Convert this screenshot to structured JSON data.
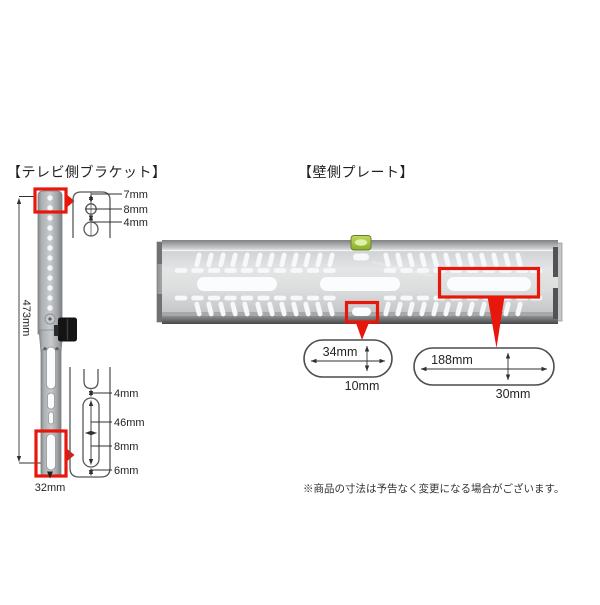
{
  "titles": {
    "tv_bracket": "【テレビ側ブラケット】",
    "wall_plate": "【壁側プレート】"
  },
  "tv_bracket": {
    "overall_height": "473mm",
    "bottom_width": "32mm",
    "top_detail": {
      "hole_offset": "7mm",
      "hole_diameter": "8mm",
      "hole_gap": "4mm"
    },
    "bottom_detail": {
      "end_gap": "4mm",
      "slot_length": "46mm",
      "slot_width": "8mm",
      "bottom_margin": "6mm"
    }
  },
  "wall_plate": {
    "small_slot": {
      "width": "34mm",
      "height": "10mm"
    },
    "large_slot": {
      "width": "188mm",
      "height": "30mm"
    }
  },
  "footer": {
    "note": "※商品の寸法は予告なく変更になる場合がございます。"
  },
  "colors": {
    "highlight_red": "#e8170b",
    "level_green": "#96c13d"
  }
}
